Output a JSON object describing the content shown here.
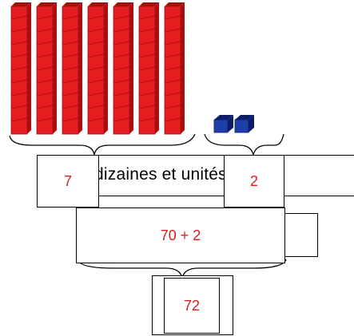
{
  "blocks": {
    "tens_rods": 7,
    "unit_cubes": 2,
    "rod_color": "#e51f1f",
    "rod_dark": "#a80f0f",
    "cube_color": "#1f3fa8",
    "cube_dark": "#0c1f66"
  },
  "sentence": {
    "text": "dizaines et unités"
  },
  "tens_box": {
    "value": "7"
  },
  "units_box": {
    "value": "2"
  },
  "sum_box": {
    "value": "70 + 2"
  },
  "result_box": {
    "value": "72"
  },
  "colors": {
    "answer_red": "#d42020",
    "line": "#000000"
  }
}
